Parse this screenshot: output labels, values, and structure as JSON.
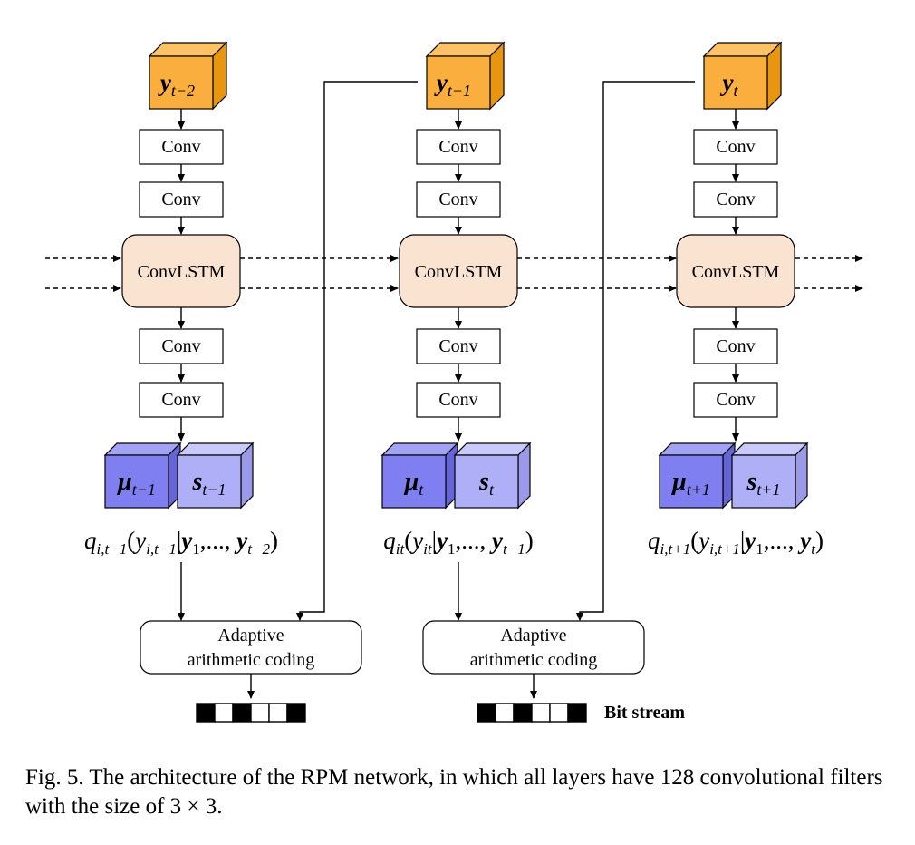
{
  "diagram": {
    "conv_label": "Conv",
    "lstm_label": "ConvLSTM",
    "coding_line1": "Adaptive",
    "coding_line2": "arithmetic coding",
    "bit_stream_label": "Bit stream",
    "inputs": [
      {
        "base": "y",
        "sub": "t−2"
      },
      {
        "base": "y",
        "sub": "t−1"
      },
      {
        "base": "y",
        "sub": "t"
      }
    ],
    "outputs": [
      {
        "mu_sub": "t−1",
        "s_sub": "t−1"
      },
      {
        "mu_sub": "t",
        "s_sub": "t"
      },
      {
        "mu_sub": "t+1",
        "s_sub": "t+1"
      }
    ],
    "probs": [
      {
        "q_sub": "i,t−1",
        "y_sub": "i,t−1",
        "last_sub": "t−2"
      },
      {
        "q_sub": "it",
        "y_sub": "it",
        "last_sub": "t−1"
      },
      {
        "q_sub": "i,t+1",
        "y_sub": "i,t+1",
        "last_sub": "t"
      }
    ],
    "prob_mid": "1",
    "ellipsis": ",..., ",
    "colors": {
      "input_front": "#F9AE3D",
      "input_side": "#E8960F",
      "input_top": "#FBC266",
      "mu_front": "#7F7FF1",
      "mu_side": "#6565D8",
      "mu_top": "#A3A3F6",
      "s_front": "#AFAFF8",
      "s_side": "#9A9AE8",
      "s_top": "#C9C9FB",
      "lstm_fill": "#FBE3D2"
    }
  },
  "caption": "Fig. 5.  The architecture of the RPM network, in which all layers have 128 convolutional filters with the size of 3 × 3."
}
